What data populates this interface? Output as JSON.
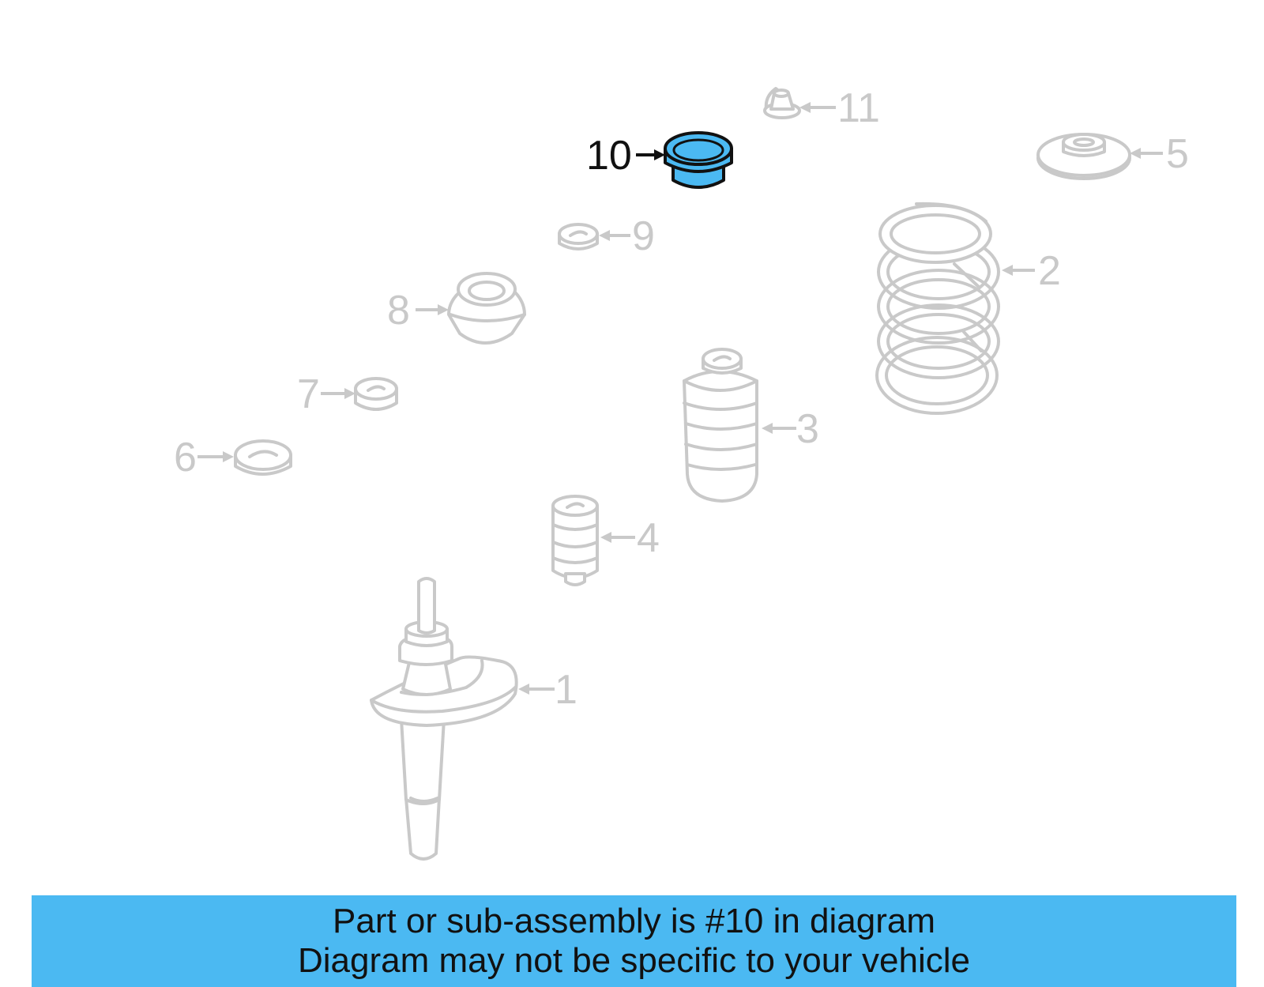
{
  "diagram": {
    "highlight_color": "#4bb9f2",
    "callouts": [
      {
        "label": "1",
        "active": false
      },
      {
        "label": "2",
        "active": false
      },
      {
        "label": "3",
        "active": false
      },
      {
        "label": "4",
        "active": false
      },
      {
        "label": "5",
        "active": false
      },
      {
        "label": "6",
        "active": false
      },
      {
        "label": "7",
        "active": false
      },
      {
        "label": "8",
        "active": false
      },
      {
        "label": "9",
        "active": false
      },
      {
        "label": "10",
        "active": true
      },
      {
        "label": "11",
        "active": false
      }
    ]
  },
  "banner": {
    "line1": "Part or sub-assembly is #10 in diagram",
    "line2": "Diagram may not be specific to your vehicle",
    "background": "#4bb9f2"
  }
}
